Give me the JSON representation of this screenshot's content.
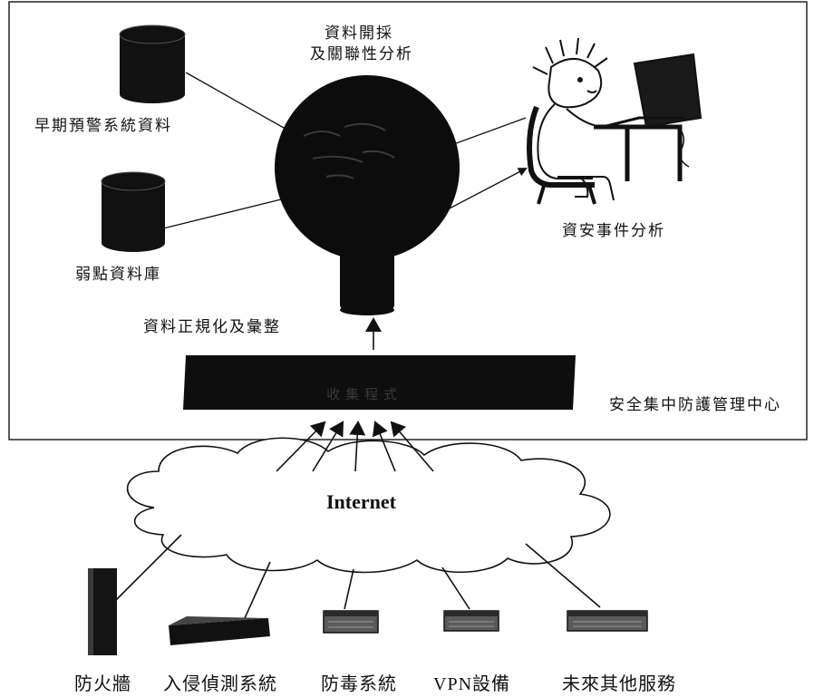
{
  "center": {
    "title_line1": "資料開採",
    "title_line2": "及關聯性分析",
    "label": "安全集中防護管理中心"
  },
  "sources": {
    "early_warning": "早期預警系統資料",
    "vulnerability_db": "弱點資料庫"
  },
  "analyst_label": "資安事件分析",
  "normalize_label": "資料正規化及彙整",
  "collector_label": "收集程式",
  "internet_label": "Internet",
  "devices": {
    "firewall": "防火牆",
    "ids": "入侵偵測系統",
    "antivirus": "防毒系統",
    "vpn": "VPN設備",
    "future": "未來其他服務"
  },
  "colors": {
    "ink": "#111111",
    "device_dark": "#1b1b1b",
    "device_mid": "#5a5a5a"
  }
}
